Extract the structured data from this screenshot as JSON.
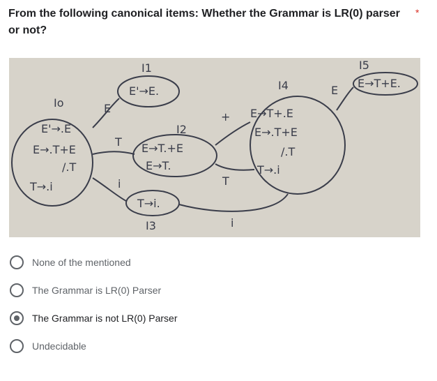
{
  "question": {
    "text": "From the following canonical items: Whether the Grammar is LR(0) parser or not?",
    "required_mark": "*"
  },
  "figure": {
    "description_kind": "handwritten-lr0-canonical-items",
    "states": {
      "I0": {
        "name": "Io",
        "items": [
          "E'→.E",
          "E→.T+E",
          "/.T",
          "T→.i"
        ]
      },
      "I1": {
        "name": "I1",
        "items": [
          "E'→E."
        ]
      },
      "I2": {
        "name": "I2",
        "items": [
          "E→T.+E",
          "E→T."
        ]
      },
      "I3": {
        "name": "I3",
        "items": [
          "T→i."
        ]
      },
      "I4": {
        "name": "I4",
        "items": [
          "E→T+.E",
          "E→.T+E",
          "/.T",
          "T→.i"
        ]
      },
      "I5": {
        "name": "I5",
        "items": [
          "E→T+E."
        ]
      }
    },
    "edge_labels": {
      "e01": "E",
      "e02": "T",
      "e03": "i",
      "e24": "+",
      "e42": "T",
      "e43": "i",
      "e45": "E"
    }
  },
  "options": [
    {
      "label": "None of the mentioned",
      "selected": false
    },
    {
      "label": "The Grammar is LR(0) Parser",
      "selected": false
    },
    {
      "label": "The Grammar is not LR(0) Parser",
      "selected": true
    },
    {
      "label": "Undecidable",
      "selected": false
    }
  ],
  "colors": {
    "required": "#d93025",
    "radio": "#5f6368",
    "figure_background": "#d7d3ca",
    "ink": "#3a3d4a"
  }
}
